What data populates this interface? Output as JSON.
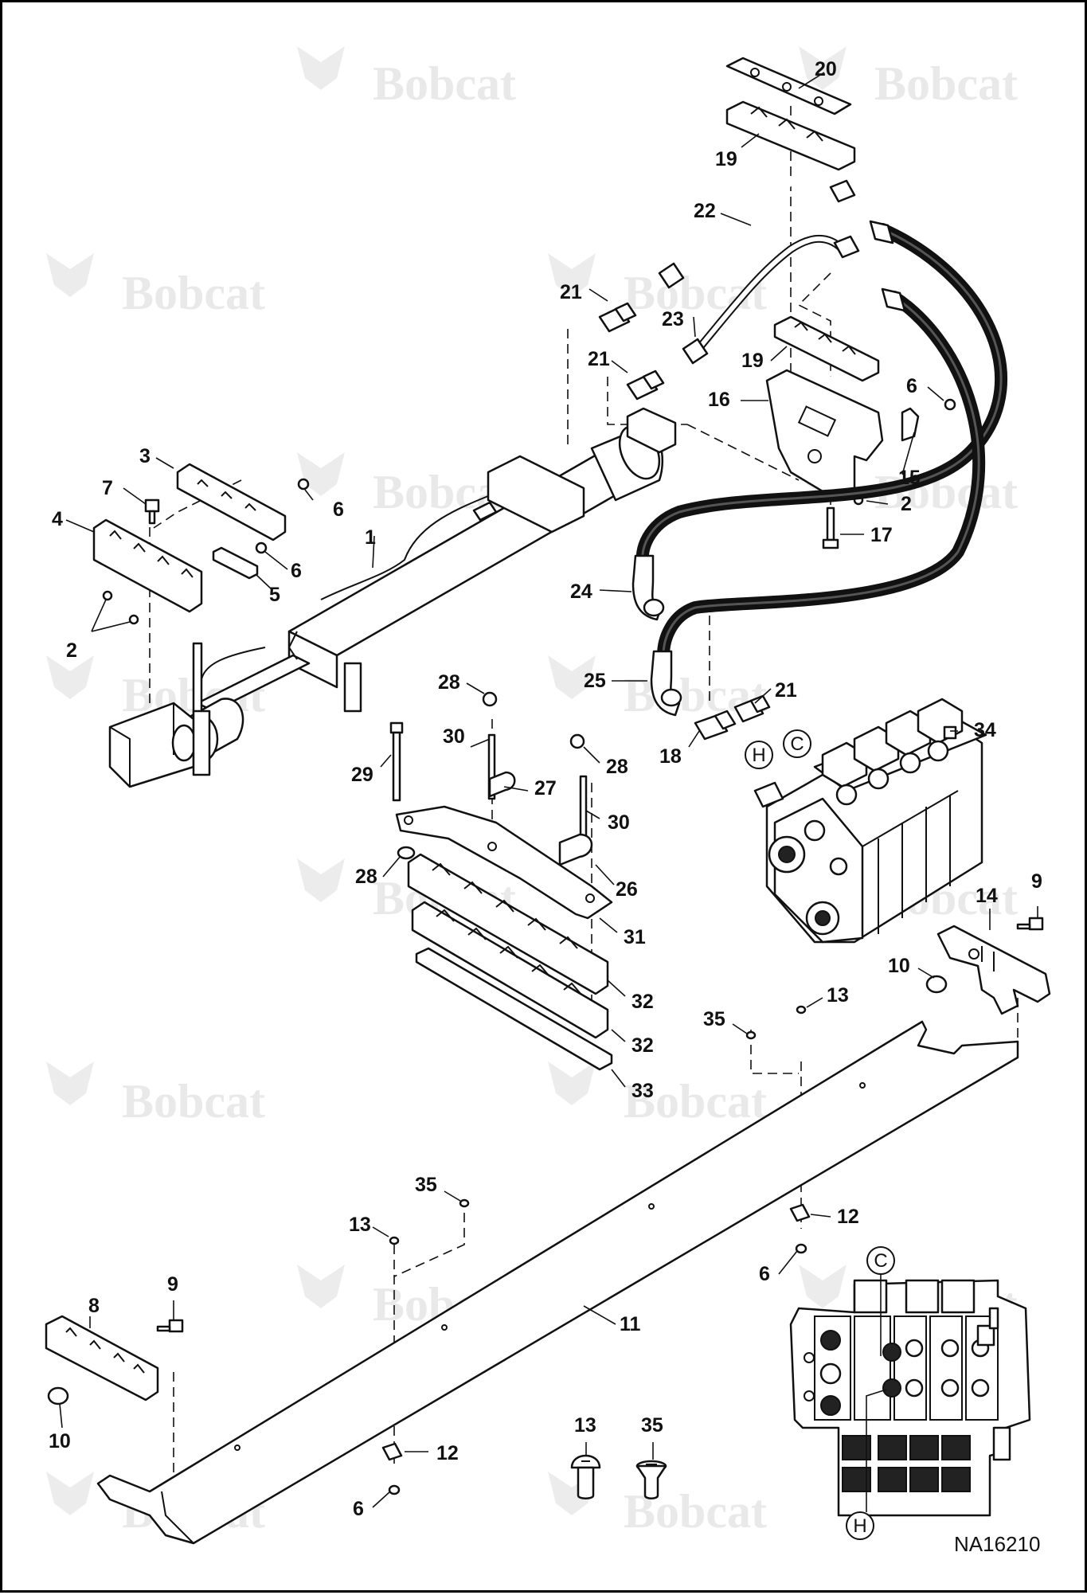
{
  "brand": {
    "watermark": "Bobcat"
  },
  "drawing": {
    "code": "NA16210"
  },
  "callouts": [
    {
      "id": "20",
      "text": "20"
    },
    {
      "id": "19a",
      "text": "19"
    },
    {
      "id": "22",
      "text": "22"
    },
    {
      "id": "21a",
      "text": "21"
    },
    {
      "id": "23",
      "text": "23"
    },
    {
      "id": "21b",
      "text": "21"
    },
    {
      "id": "19b",
      "text": "19"
    },
    {
      "id": "16",
      "text": "16"
    },
    {
      "id": "6a",
      "text": "6"
    },
    {
      "id": "15",
      "text": "15"
    },
    {
      "id": "2a",
      "text": "2"
    },
    {
      "id": "17",
      "text": "17"
    },
    {
      "id": "3",
      "text": "3"
    },
    {
      "id": "7",
      "text": "7"
    },
    {
      "id": "6b",
      "text": "6"
    },
    {
      "id": "4",
      "text": "4"
    },
    {
      "id": "1",
      "text": "1"
    },
    {
      "id": "6c",
      "text": "6"
    },
    {
      "id": "5",
      "text": "5"
    },
    {
      "id": "2b",
      "text": "2"
    },
    {
      "id": "24",
      "text": "24"
    },
    {
      "id": "25",
      "text": "25"
    },
    {
      "id": "21c",
      "text": "21"
    },
    {
      "id": "34",
      "text": "34"
    },
    {
      "id": "18",
      "text": "18"
    },
    {
      "id": "28a",
      "text": "28"
    },
    {
      "id": "30a",
      "text": "30"
    },
    {
      "id": "29",
      "text": "29"
    },
    {
      "id": "27",
      "text": "27"
    },
    {
      "id": "28b",
      "text": "28"
    },
    {
      "id": "30b",
      "text": "30"
    },
    {
      "id": "28c",
      "text": "28"
    },
    {
      "id": "26",
      "text": "26"
    },
    {
      "id": "31",
      "text": "31"
    },
    {
      "id": "32a",
      "text": "32"
    },
    {
      "id": "32b",
      "text": "32"
    },
    {
      "id": "33",
      "text": "33"
    },
    {
      "id": "9a",
      "text": "9"
    },
    {
      "id": "14",
      "text": "14"
    },
    {
      "id": "10a",
      "text": "10"
    },
    {
      "id": "13a",
      "text": "13"
    },
    {
      "id": "35a",
      "text": "35"
    },
    {
      "id": "35b",
      "text": "35"
    },
    {
      "id": "13b",
      "text": "13"
    },
    {
      "id": "12a",
      "text": "12"
    },
    {
      "id": "6d",
      "text": "6"
    },
    {
      "id": "8",
      "text": "8"
    },
    {
      "id": "9b",
      "text": "9"
    },
    {
      "id": "11",
      "text": "11"
    },
    {
      "id": "10b",
      "text": "10"
    },
    {
      "id": "12b",
      "text": "12"
    },
    {
      "id": "6e",
      "text": "6"
    },
    {
      "id": "13c",
      "text": "13"
    },
    {
      "id": "35c",
      "text": "35"
    }
  ],
  "port_refs": {
    "c_main": "C",
    "h_main": "H",
    "c_inset": "C",
    "h_inset": "H"
  }
}
